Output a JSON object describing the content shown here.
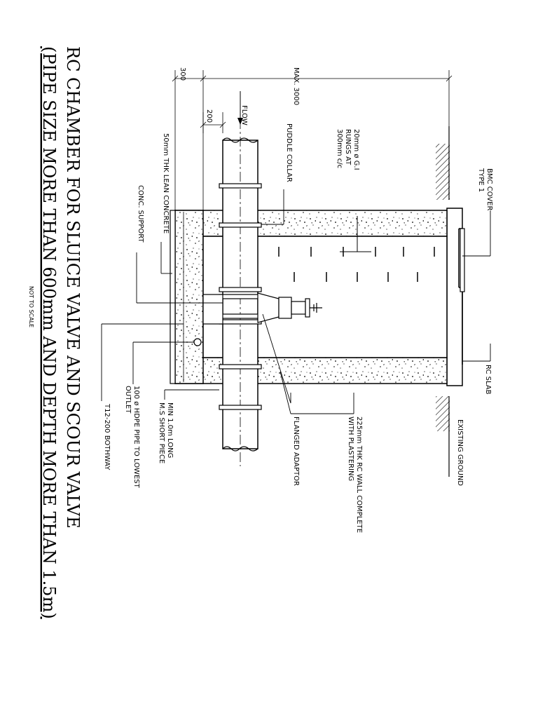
{
  "title": {
    "line1": "RC CHAMBER FOR SLUICE VALVE AND SCOUR VALVE",
    "line2": "(PIPE SIZE MORE THAN 600mm AND DEPTH MORE THAN 1.5m)",
    "note": "NOT TO SCALE"
  },
  "dimensions": {
    "d300": "300",
    "max3000": "MAX. 3000",
    "d200": "200"
  },
  "labels": {
    "flow": "FLOW",
    "bmc_cover_1": "BMC COVER",
    "bmc_cover_2": "TYPE 1",
    "rc_slab": "RC SLAB",
    "existing_ground": "EXISTING GROUND",
    "runGs_1": "20mm ø G.I",
    "runGs_2": "RUNGS AT",
    "runGs_3": "300mm c/c",
    "puddle_collar": "PUDDLE COLLAR",
    "lean_concrete": "50mm THK LEAN CONCRETE",
    "conc_support": "CONC. SUPPORT",
    "flanged_adaptor": "FLANGED ADAPTOR",
    "rc_wall_1": "225mm THK RC WALL COMPLETE",
    "rc_wall_2": "WITH PLASTERING",
    "ms_piece_1": "MIN 1.0m LONG",
    "ms_piece_2": "M.S SHORT PIECE",
    "hdpe_1": "100 ø HDPE PIPE TO LOWEST",
    "hdpe_2": "OUTLET",
    "bothway": "T12-200 BOTHWAY"
  }
}
